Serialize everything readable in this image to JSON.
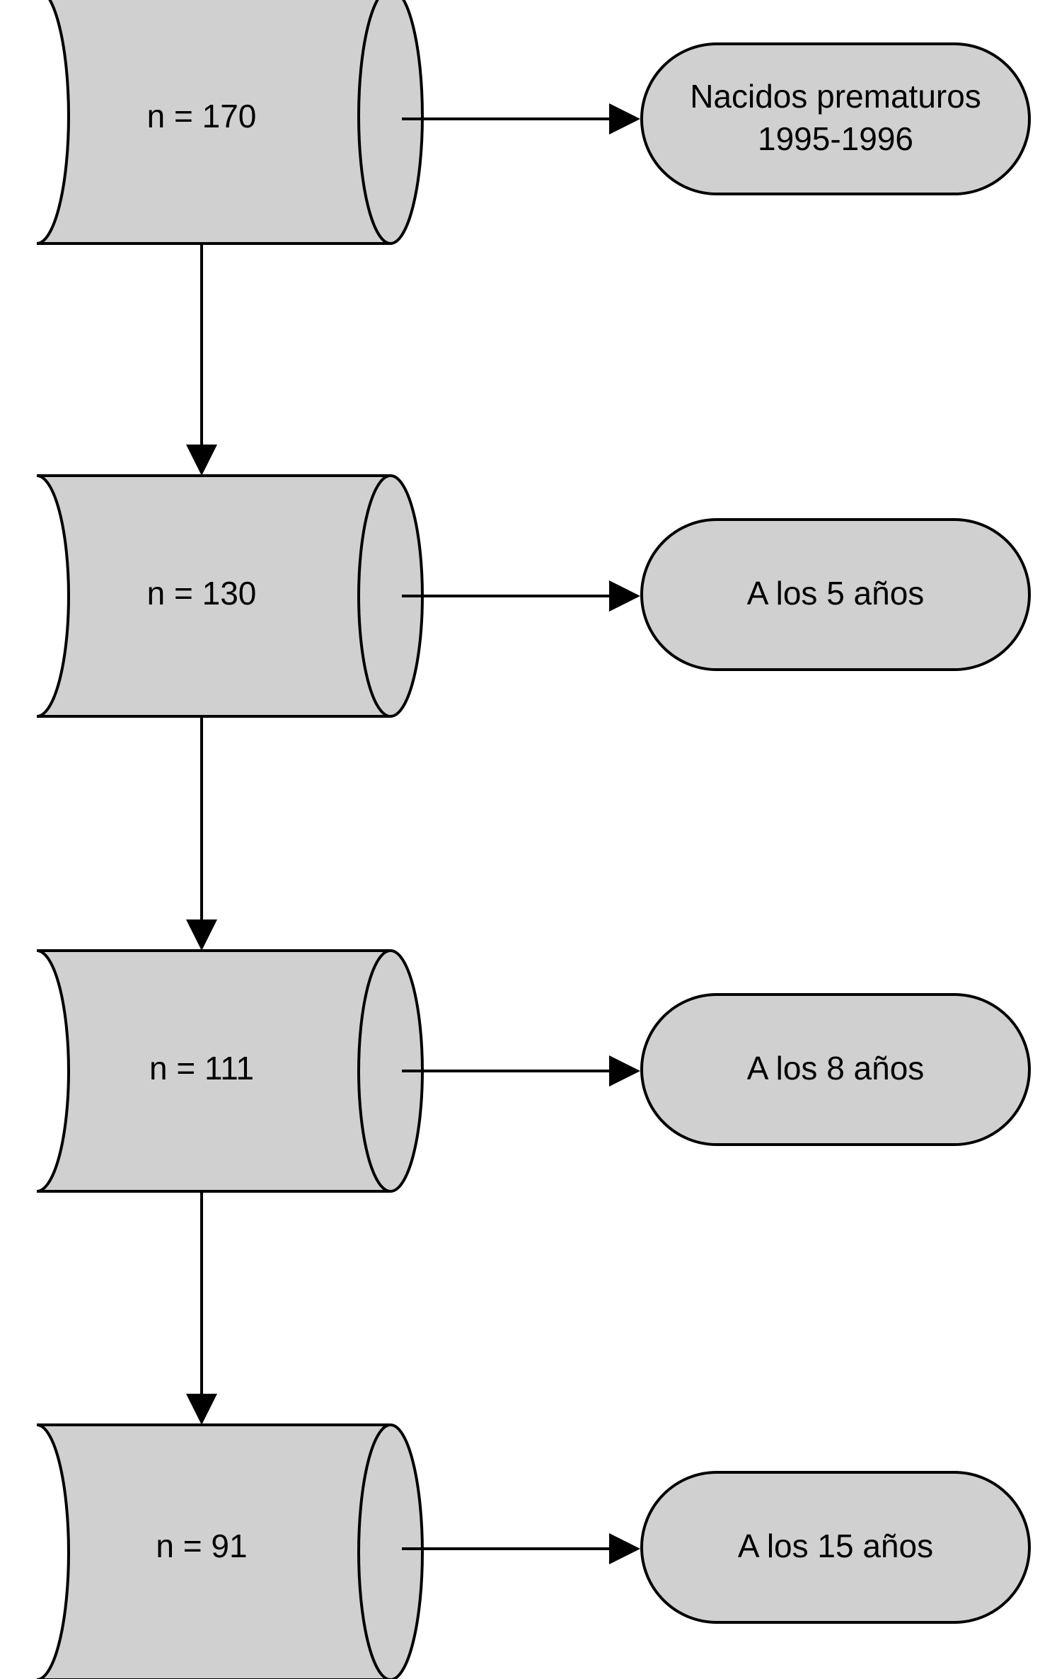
{
  "diagram": {
    "type": "flowchart",
    "orientation": "vertical-cohort-attrition",
    "colors": {
      "node_fill": "#d0d0d0",
      "stroke": "#000000",
      "background": "#ffffff"
    },
    "stages": [
      {
        "id": "stage-1",
        "count_label": "n = 170",
        "timepoint_label_line1": "Nacidos prematuros",
        "timepoint_label_line2": "1995-1996",
        "n": 170
      },
      {
        "id": "stage-2",
        "count_label": "n = 130",
        "timepoint_label_line1": "A los 5 años",
        "timepoint_label_line2": "",
        "n": 130
      },
      {
        "id": "stage-3",
        "count_label": "n = 111",
        "timepoint_label_line1": "A los 8 años",
        "timepoint_label_line2": "",
        "n": 111
      },
      {
        "id": "stage-4",
        "count_label": "n = 91",
        "timepoint_label_line1": "A los 15 años",
        "timepoint_label_line2": "",
        "n": 91
      }
    ]
  }
}
